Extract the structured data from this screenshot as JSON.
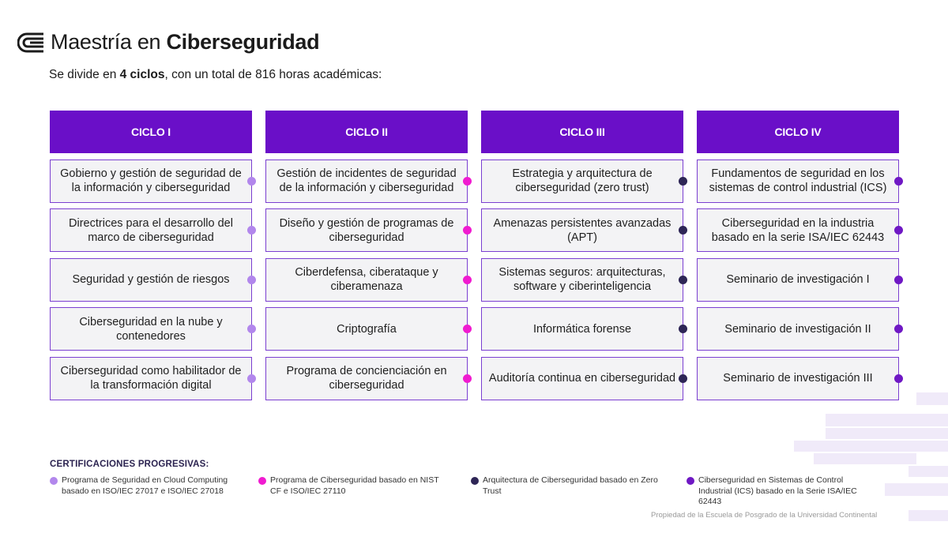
{
  "header": {
    "title_prefix": "Maestría en ",
    "title_bold": "Ciberseguridad",
    "subtitle_prefix": "Se divide en ",
    "subtitle_bold": "4 ciclos",
    "subtitle_suffix": ", con un total de 816 horas académicas:"
  },
  "colors": {
    "accent": "#6a0fc8",
    "dot_cycle1": "#b287ec",
    "dot_cycle2": "#f01bd0",
    "dot_cycle3": "#2e2656",
    "dot_cycle4": "#6f18c4"
  },
  "cycles": [
    {
      "title": "CICLO I",
      "courses": [
        "Gobierno y gestión de seguridad de la información y ciberseguridad",
        "Directrices para el desarrollo del marco de ciberseguridad",
        "Seguridad y gestión de riesgos",
        "Ciberseguridad en la nube y contenedores",
        "Ciberseguridad como habilitador de la transformación digital"
      ]
    },
    {
      "title": "CICLO II",
      "courses": [
        "Gestión de incidentes de seguridad de la información y ciberseguridad",
        "Diseño y gestión de programas de ciberseguridad",
        "Ciberdefensa, ciberataque y ciberamenaza",
        "Criptografía",
        "Programa de concienciación en ciberseguridad"
      ]
    },
    {
      "title": "CICLO III",
      "courses": [
        "Estrategia y arquitectura de ciberseguridad (zero trust)",
        "Amenazas persistentes avanzadas (APT)",
        "Sistemas seguros: arquitecturas, software y ciberinteligencia",
        "Informática forense",
        "Auditoría continua en ciberseguridad"
      ]
    },
    {
      "title": "CICLO IV",
      "courses": [
        "Fundamentos de seguridad en los sistemas de control industrial (ICS)",
        "Ciberseguridad en la industria basado en la serie ISA/IEC 62443",
        "Seminario de investigación I",
        "Seminario de investigación II",
        "Seminario de investigación III"
      ]
    }
  ],
  "certifications": {
    "title": "CERTIFICACIONES PROGRESIVAS:",
    "items": [
      "Programa de Seguridad en Cloud Computing basado en ISO/IEC 27017 e ISO/IEC 27018",
      "Programa de Ciberseguridad basado en NIST CF e ISO/IEC 27110",
      "Arquitectura de Ciberseguridad basado en Zero Trust",
      "Ciberseguridad en Sistemas de Control Industrial (ICS) basado en la Serie ISA/IEC 62443"
    ]
  },
  "footer": {
    "text": "Propiedad de la Escuela de Posgrado de la Universidad Continental"
  }
}
